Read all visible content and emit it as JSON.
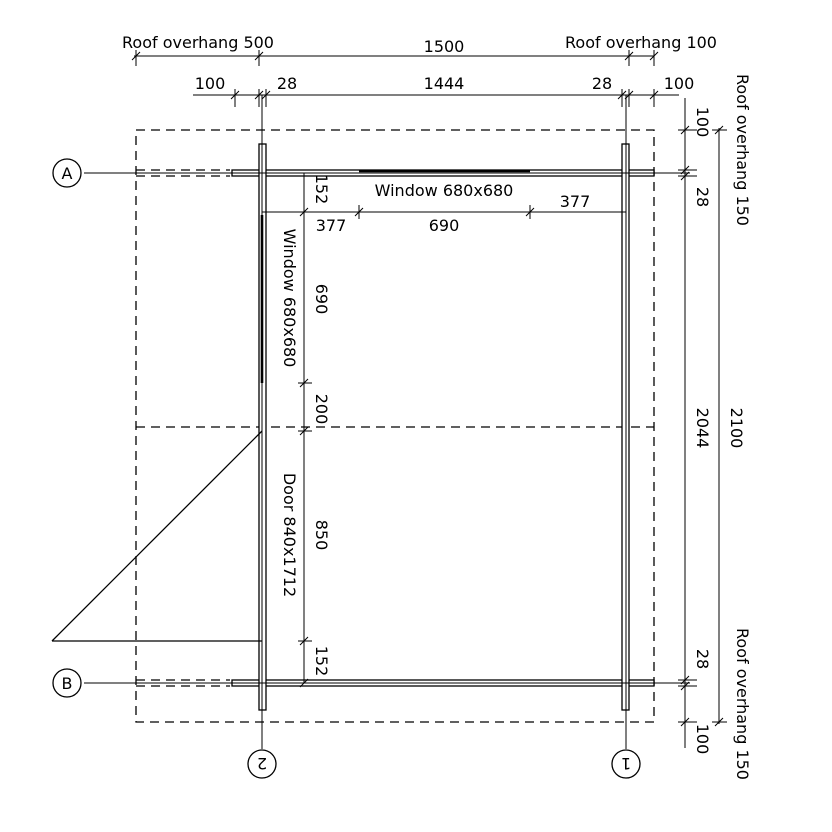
{
  "labels": {
    "roof_overhang_left": "Roof overhang 500",
    "roof_overhang_right": "Roof overhang 100",
    "roof_overhang_top": "Roof overhang 150",
    "roof_overhang_bottom": "Roof overhang 150",
    "window_top": "Window 680x680",
    "window_left": "Window 680x680",
    "door": "Door 840x1712"
  },
  "grid": {
    "a": "A",
    "b": "B",
    "one": "1",
    "two": "2"
  },
  "dims_top": {
    "overall": "1500",
    "left_100": "100",
    "left_28": "28",
    "span": "1444",
    "right_28": "28",
    "right_100": "100"
  },
  "dims_right": {
    "top_100": "100",
    "top_28": "28",
    "inner": "2044",
    "overall": "2100",
    "bottom_28": "28",
    "bottom_100": "100"
  },
  "dims_window_top": {
    "left": "377",
    "mid": "690",
    "right": "377",
    "height": "152"
  },
  "dims_left_wall": {
    "window": "690",
    "gap": "200",
    "door": "850",
    "bottom": "152"
  }
}
